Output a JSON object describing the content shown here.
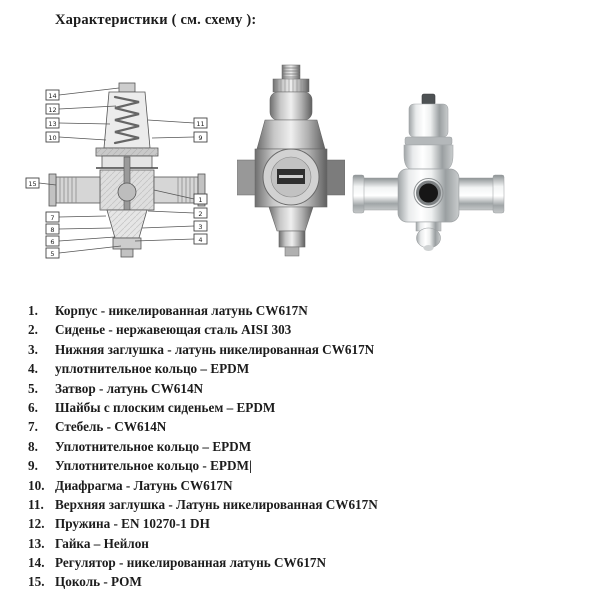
{
  "title": "Характеристики ( см. схему ):",
  "diagram": {
    "callouts": [
      "14",
      "12",
      "13",
      "10",
      "15",
      "7",
      "8",
      "6",
      "5",
      "11",
      "9",
      "1",
      "2",
      "3",
      "4"
    ]
  },
  "figures": {
    "cross_section": "valve-cross-section-diagram",
    "grayscale": "valve-grayscale-photo",
    "photo": "valve-nickel-photo"
  },
  "parts": {
    "items": [
      {
        "num": "1.",
        "text": "Корпус - никелированная латунь CW617N"
      },
      {
        "num": "2.",
        "text": "Сиденье - нержавеющая сталь AISI 303"
      },
      {
        "num": "3.",
        "text": "Нижняя заглушка - латунь никелированная  CW617N"
      },
      {
        "num": "4.",
        "text": "уплотнительное кольцо – EPDM"
      },
      {
        "num": "5.",
        "text": "Затвор -  латунь CW614N"
      },
      {
        "num": "6.",
        "text": "Шайбы с плоским сиденьем – EPDM"
      },
      {
        "num": "7.",
        "text": "Стебель - CW614N"
      },
      {
        "num": "8.",
        "text": "Уплотнительное кольцо – EPDM"
      },
      {
        "num": "9.",
        "text": "Уплотнительное кольцо -  EPDM|"
      },
      {
        "num": "10.",
        "text": "Диафрагма - Латунь CW617N"
      },
      {
        "num": "11.",
        "text": "Верхняя заглушка -  Латунь никелированная CW617N"
      },
      {
        "num": "12.",
        "text": "Пружина - EN 10270-1 DH"
      },
      {
        "num": "13.",
        "text": "Гайка – Нейлон"
      },
      {
        "num": "14.",
        "text": "Регулятор -  никелированная латунь CW617N"
      },
      {
        "num": "15.",
        "text": "Цоколь -  POM"
      }
    ]
  }
}
